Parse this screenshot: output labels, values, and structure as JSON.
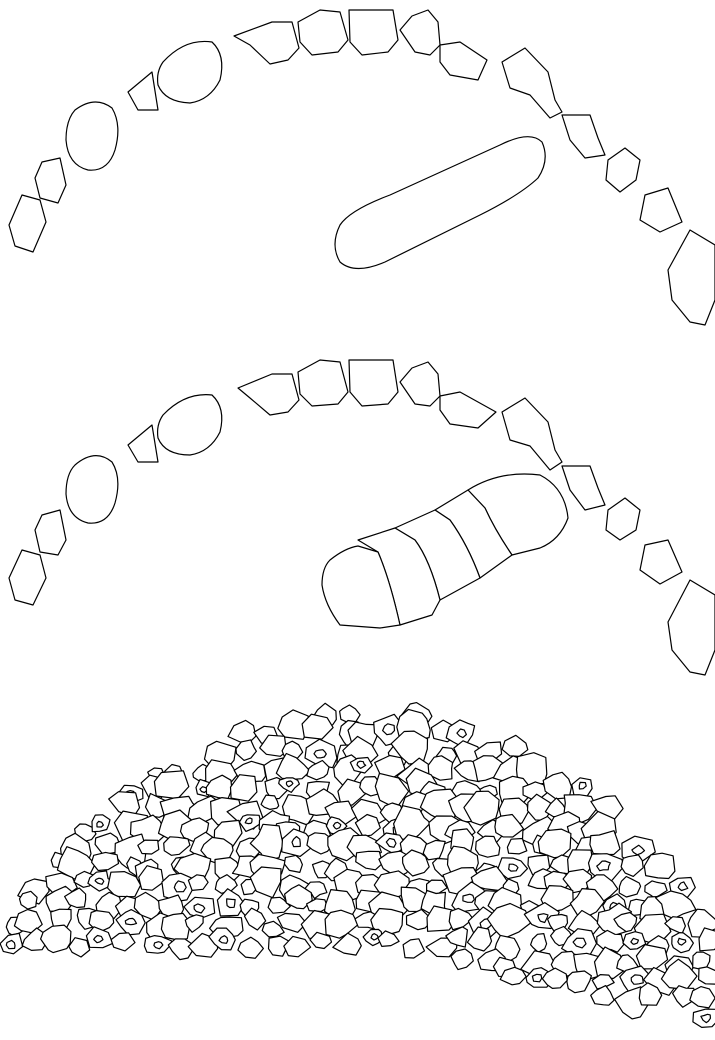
{
  "colors": {
    "background": "#ffffff",
    "outline": "#000000"
  },
  "panels": [
    {
      "name": "arch-with-elongated-mass"
    },
    {
      "name": "arch-with-segmented-mass"
    },
    {
      "name": "dense-fragment-pile"
    }
  ]
}
